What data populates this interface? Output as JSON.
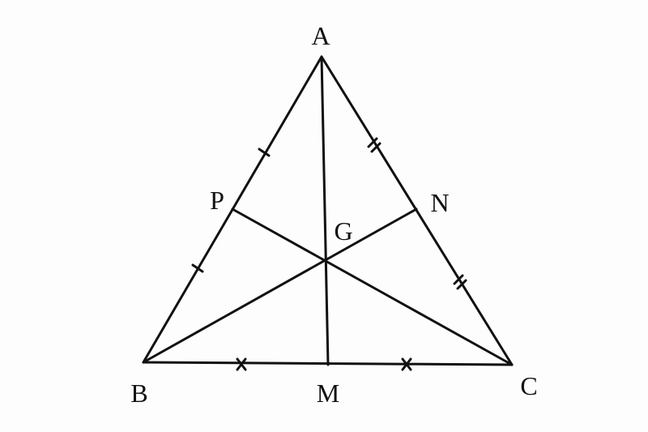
{
  "diagram": {
    "type": "triangle-medians-centroid",
    "stroke_color": "#111111",
    "points": {
      "A": "A",
      "B": "B",
      "C": "C",
      "M": "M",
      "N": "N",
      "P": "P",
      "G": "G"
    },
    "segments": [
      "AB",
      "BC",
      "CA",
      "AM",
      "BN",
      "CP"
    ],
    "equal_marks": {
      "AP_PB": "single-tick",
      "AN_NC": "double-tick",
      "BM_MC": "cross"
    }
  }
}
